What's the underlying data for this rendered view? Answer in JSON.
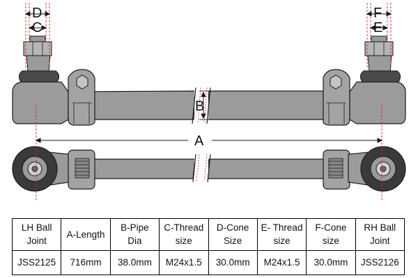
{
  "dimension_labels": {
    "a": "A",
    "b": "B",
    "c": "C",
    "d": "D",
    "e": "E",
    "f": "F"
  },
  "colors": {
    "body_gray": "#9b9b9b",
    "boot_dark": "#4a4a4a",
    "dim_red": "#d42a2a",
    "outline": "#1a1a1a"
  },
  "table": {
    "header": [
      [
        "LH Ball",
        "Joint"
      ],
      [
        "A-Length",
        ""
      ],
      [
        "B-Pipe",
        "Dia"
      ],
      [
        "C-Thread",
        "size"
      ],
      [
        "D-Cone",
        "Size"
      ],
      [
        "E- Thread",
        "size"
      ],
      [
        "F-Cone",
        "size"
      ],
      [
        "RH Ball",
        "Joint"
      ]
    ],
    "values": [
      "JSS2125",
      "716mm",
      "38.0mm",
      "M24x1.5",
      "30.0mm",
      "M24x1.5",
      "30.0mm",
      "JSS2126"
    ]
  }
}
